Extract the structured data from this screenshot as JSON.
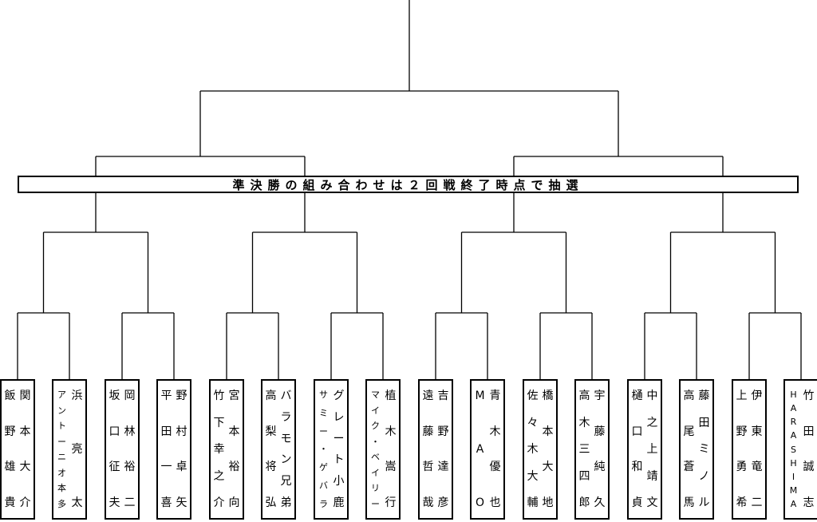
{
  "banner": {
    "text": "準決勝の組み合わせは２回戦終了時点で抽選"
  },
  "entrants": [
    {
      "id": "e1",
      "columns": [
        "関本大介",
        "飯野雄貴"
      ]
    },
    {
      "id": "e2",
      "columns": [
        "浜亮太",
        "アントーニオ本多"
      ]
    },
    {
      "id": "e3",
      "columns": [
        "岡林裕二",
        "坂口征夫"
      ]
    },
    {
      "id": "e4",
      "columns": [
        "野村卓矢",
        "平田一喜"
      ]
    },
    {
      "id": "e5",
      "columns": [
        "宮本裕向",
        "竹下幸之介"
      ]
    },
    {
      "id": "e6",
      "columns": [
        "バラモン兄弟",
        "高梨将弘"
      ]
    },
    {
      "id": "e7",
      "columns": [
        "グレート小鹿",
        "サミー・ゲバラ"
      ]
    },
    {
      "id": "e8",
      "columns": [
        "植木嵩行",
        "マイク・ベイリー"
      ]
    },
    {
      "id": "e9",
      "columns": [
        "吉野達彦",
        "遠藤哲哉"
      ]
    },
    {
      "id": "e10",
      "columns": [
        "青木優也",
        "MAO"
      ]
    },
    {
      "id": "e11",
      "columns": [
        "橋本大地",
        "佐々木大輔"
      ]
    },
    {
      "id": "e12",
      "columns": [
        "宇藤純久",
        "高木三四郎"
      ]
    },
    {
      "id": "e13",
      "columns": [
        "中之上靖文",
        "樋口和貞"
      ]
    },
    {
      "id": "e14",
      "columns": [
        "藤田ミノル",
        "高尾蒼馬"
      ]
    },
    {
      "id": "e15",
      "columns": [
        "伊東竜二",
        "上野勇希"
      ]
    },
    {
      "id": "e16",
      "columns": [
        "竹田誠志",
        "HARASHIMA"
      ]
    }
  ]
}
